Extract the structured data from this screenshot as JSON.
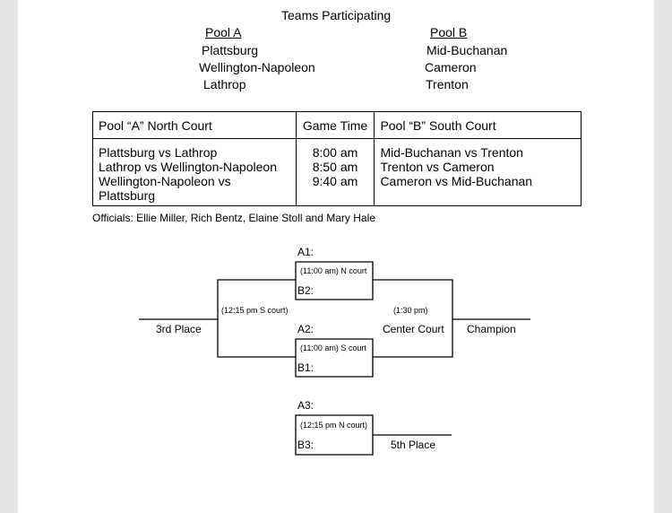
{
  "teams": {
    "heading": "Teams Participating",
    "pool_a": {
      "title": "Pool A",
      "teams": [
        "Plattsburg",
        "Wellington-Napoleon",
        "Lathrop"
      ]
    },
    "pool_b": {
      "title": "Pool B",
      "teams": [
        "Mid-Buchanan",
        "Cameron",
        "Trenton"
      ]
    }
  },
  "schedule": {
    "headers": [
      "Pool “A” North Court",
      "Game Time",
      "Pool “B” South Court"
    ],
    "pool_a_games": [
      "Plattsburg vs Lathrop",
      "Lathrop vs Wellington-Napoleon",
      "Wellington-Napoleon vs Plattsburg"
    ],
    "times": [
      "8:00 am",
      "8:50 am",
      "9:40 am"
    ],
    "pool_b_games": [
      "Mid-Buchanan vs Trenton",
      "Trenton vs Cameron",
      "Cameron vs Mid-Buchanan"
    ]
  },
  "officials": "Officials: Ellie Miller, Rich Bentz, Elaine Stoll and Mary Hale",
  "bracket": {
    "semi1_top": "A1:",
    "semi1_time": "(11:00 am) N court",
    "semi1_bottom": "B2:",
    "semi2_top": "A2:",
    "semi2_time": "(11:00 am) S court",
    "semi2_bottom": "B1:",
    "third_time": "(12:15 pm S court)",
    "third_label": "3rd Place",
    "final_time": "(1:30  pm)",
    "final_court": "Center Court",
    "champion": "Champion",
    "fifth_top": "A3:",
    "fifth_time": "(12:15 pm N court)",
    "fifth_bottom": "B3:",
    "fifth_label": "5th Place"
  }
}
